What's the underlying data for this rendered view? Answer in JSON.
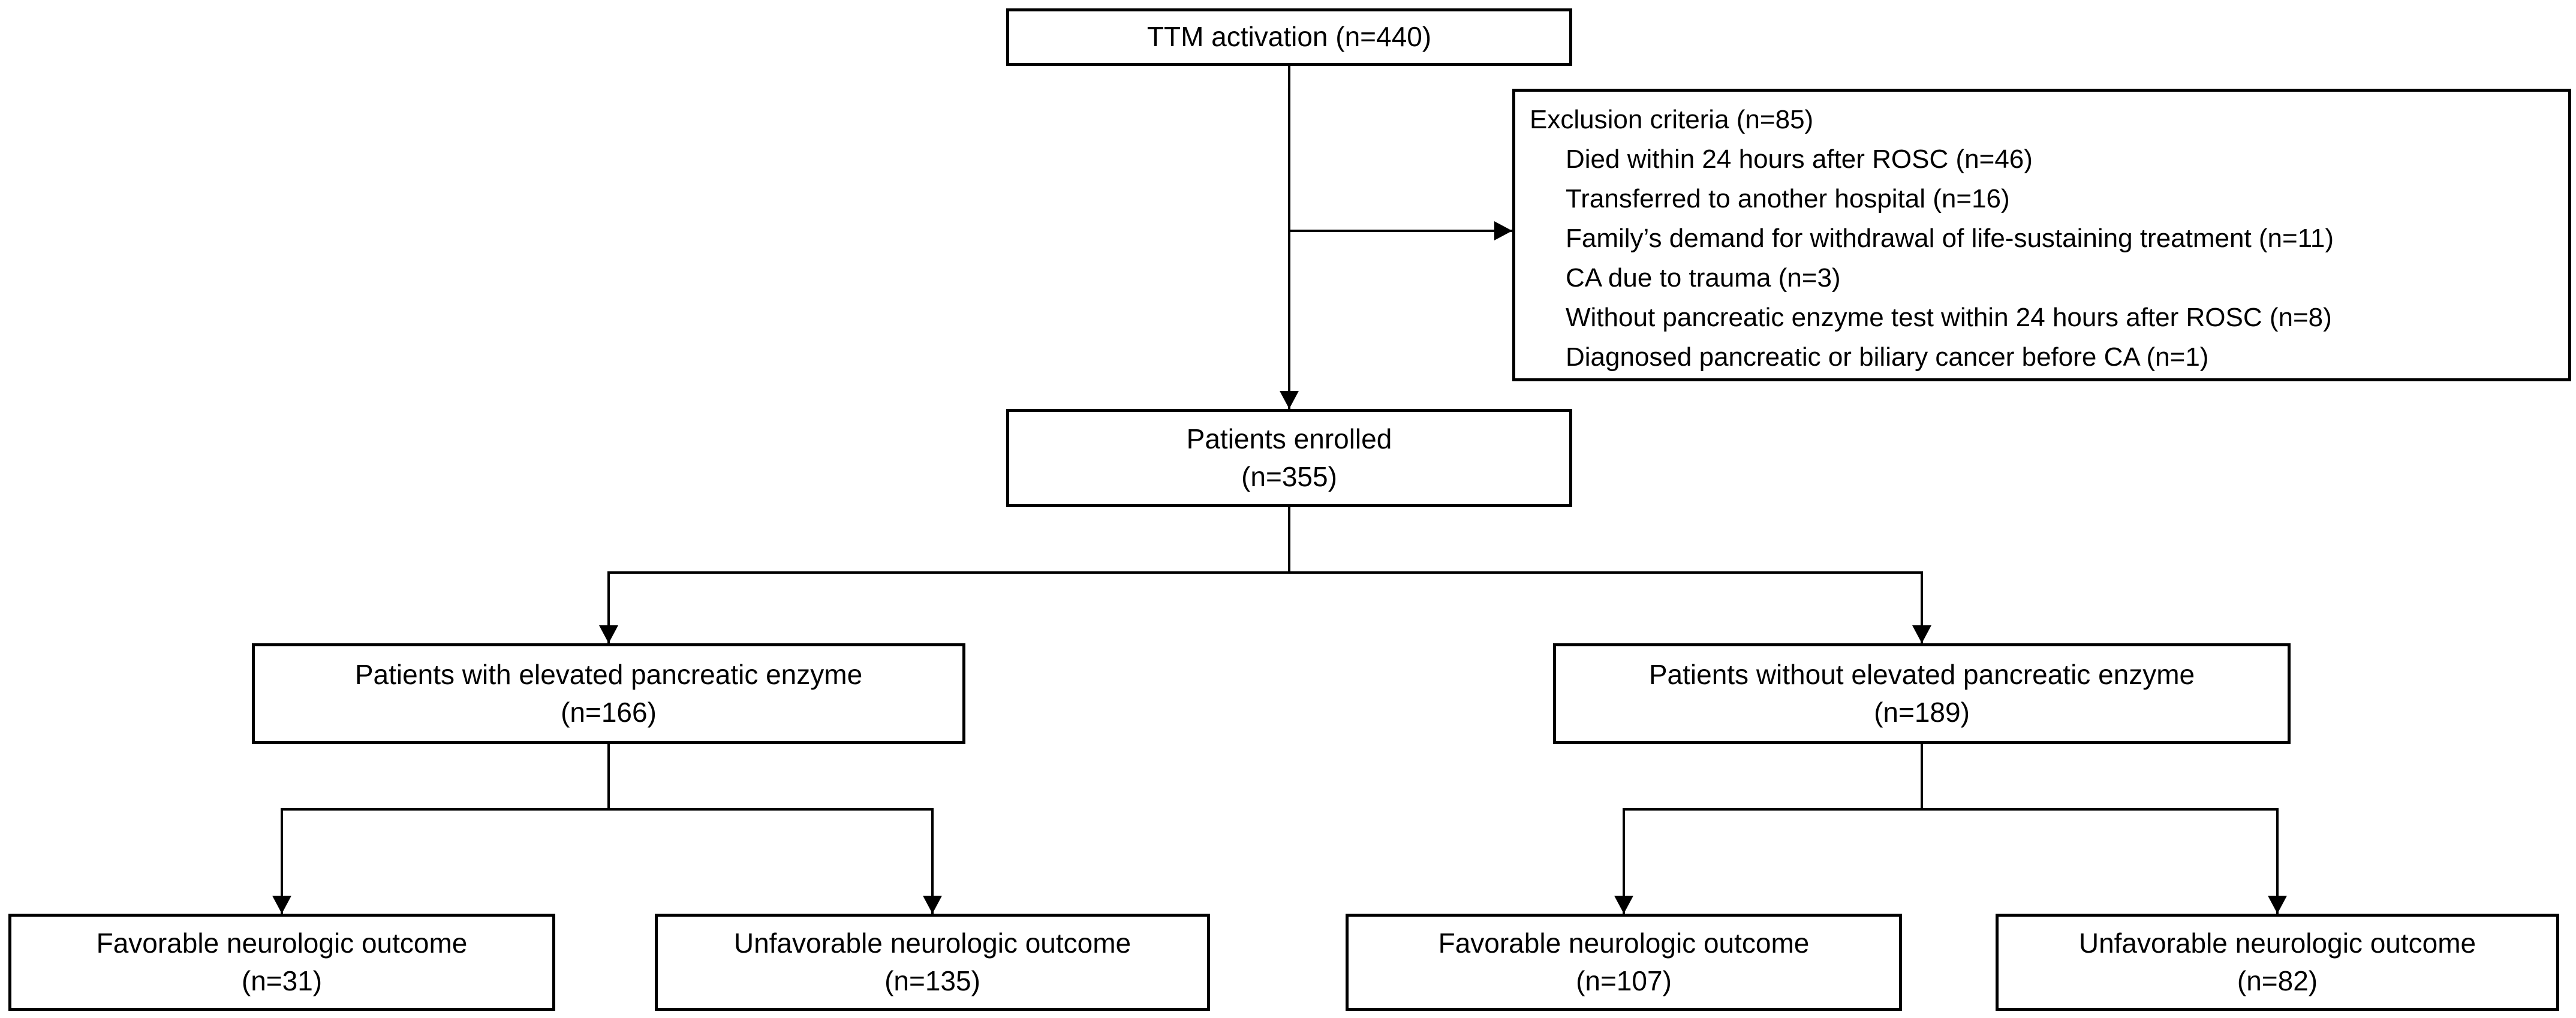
{
  "figure": {
    "type": "patient-flow-diagram",
    "colors": {
      "box_border": "#000000",
      "box_background": "#ffffff",
      "text": "#000000",
      "page_background": "#ffffff"
    },
    "nodes": {
      "ttm_activation": {
        "label": "TTM activation (n=440)"
      },
      "exclusion": {
        "title": "Exclusion criteria (n=85)",
        "items": [
          "Died within 24 hours after ROSC (n=46)",
          "Transferred to another hospital (n=16)",
          "Family’s demand for withdrawal of life-sustaining treatment (n=11)",
          "CA due to trauma (n=3)",
          "Without pancreatic enzyme test within 24 hours after ROSC (n=8)",
          "Diagnosed pancreatic or biliary cancer before CA (n=1)"
        ]
      },
      "patients_enrolled": {
        "line1": "Patients enrolled",
        "line2": "(n=355)"
      },
      "elevated_enzyme": {
        "line1": "Patients with elevated pancreatic enzyme",
        "line2": "(n=166)"
      },
      "without_elevated_enzyme": {
        "line1": "Patients without elevated pancreatic enzyme",
        "line2": "(n=189)"
      },
      "elevated_favorable": {
        "line1": "Favorable neurologic outcome",
        "line2": "(n=31)"
      },
      "elevated_unfavorable": {
        "line1": "Unfavorable neurologic outcome",
        "line2": "(n=135)"
      },
      "without_favorable": {
        "line1": "Favorable neurologic outcome",
        "line2": "(n=107)"
      },
      "without_unfavorable": {
        "line1": "Unfavorable neurologic outcome",
        "line2": "(n=82)"
      }
    }
  }
}
